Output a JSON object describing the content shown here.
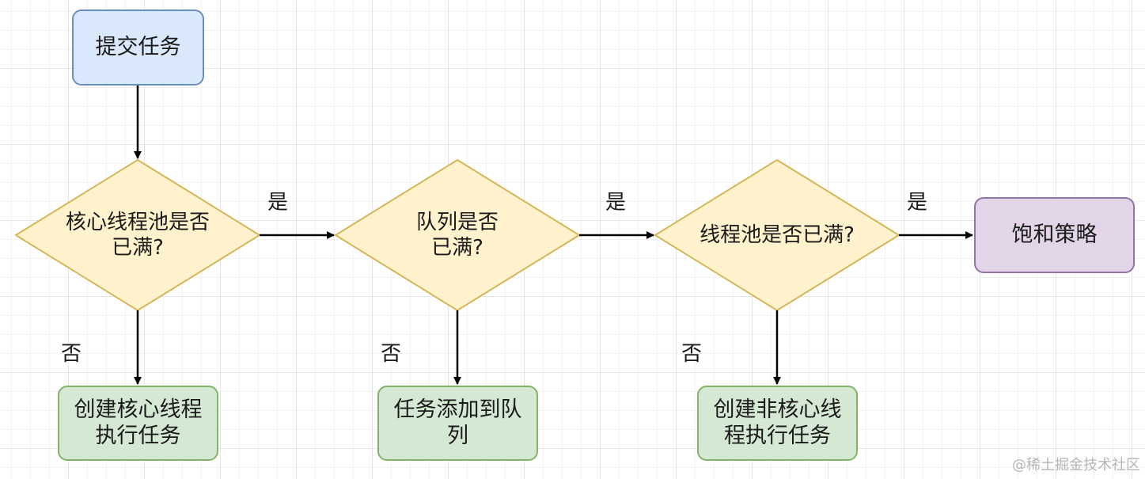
{
  "nodes": {
    "start": {
      "text": "提交任务",
      "fill": "#dae8fc",
      "stroke": "#6c8ebf"
    },
    "check_core": {
      "text": "核心线程池是否\n已满?",
      "fill": "#fff2cc",
      "stroke": "#d6b656"
    },
    "check_queue": {
      "text": "队列是否\n已满?",
      "fill": "#fff2cc",
      "stroke": "#d6b656"
    },
    "check_pool": {
      "text": "线程池是否已满?",
      "fill": "#fff2cc",
      "stroke": "#d6b656"
    },
    "saturation": {
      "text": "饱和策略",
      "fill": "#e1d5e7",
      "stroke": "#9673a6"
    },
    "create_core": {
      "text": "创建核心线程\n执行任务",
      "fill": "#d5e8d4",
      "stroke": "#82b366"
    },
    "add_queue": {
      "text": "任务添加到队\n列",
      "fill": "#d5e8d4",
      "stroke": "#82b366"
    },
    "create_noncore": {
      "text": "创建非核心线\n程执行任务",
      "fill": "#d5e8d4",
      "stroke": "#82b366"
    }
  },
  "edge_labels": {
    "yes_core": "是",
    "yes_queue": "是",
    "yes_pool": "是",
    "no_core": "否",
    "no_queue": "否",
    "no_pool": "否"
  },
  "watermark": "@稀土掘金技术社区"
}
